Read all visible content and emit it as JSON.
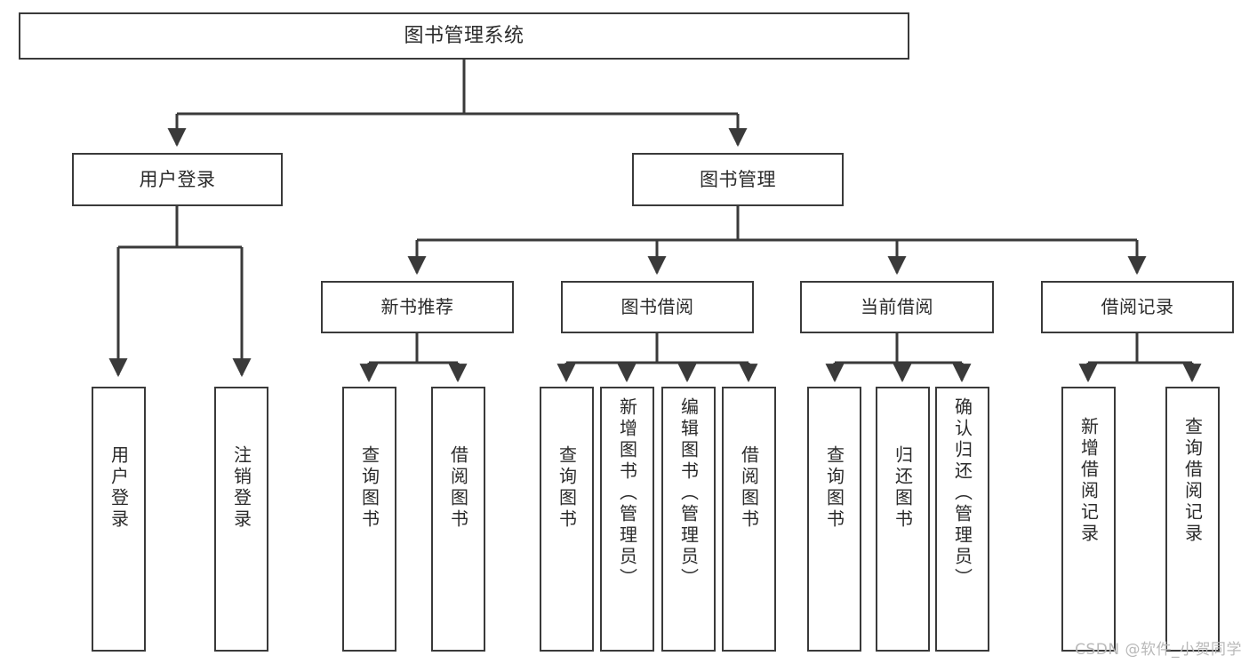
{
  "diagram": {
    "title": "图书管理系统",
    "watermark": "CSDN @软件_小贺同学",
    "colors": {
      "stroke": "#3a3a3a",
      "fill": "#ffffff",
      "text": "#2b2b2b",
      "watermark": "#b9b9b9"
    },
    "root": {
      "label": "图书管理系统"
    },
    "level1": [
      {
        "label": "用户登录"
      },
      {
        "label": "图书管理"
      }
    ],
    "level2": [
      {
        "label": "新书推荐"
      },
      {
        "label": "图书借阅"
      },
      {
        "label": "当前借阅"
      },
      {
        "label": "借阅记录"
      }
    ],
    "leaves": {
      "user_login": [
        {
          "label": "用户登录"
        },
        {
          "label": "注销登录"
        }
      ],
      "new_book": [
        {
          "label": "查询图书"
        },
        {
          "label": "借阅图书"
        }
      ],
      "book_borrow": [
        {
          "label": "查询图书"
        },
        {
          "label": "新增图书（管理员）"
        },
        {
          "label": "编辑图书（管理员）"
        },
        {
          "label": "借阅图书"
        }
      ],
      "current_borrow": [
        {
          "label": "查询图书"
        },
        {
          "label": "归还图书"
        },
        {
          "label": "确认归还（管理员）"
        }
      ],
      "borrow_record": [
        {
          "label": "新增借阅记录"
        },
        {
          "label": "查询借阅记录"
        }
      ]
    }
  }
}
